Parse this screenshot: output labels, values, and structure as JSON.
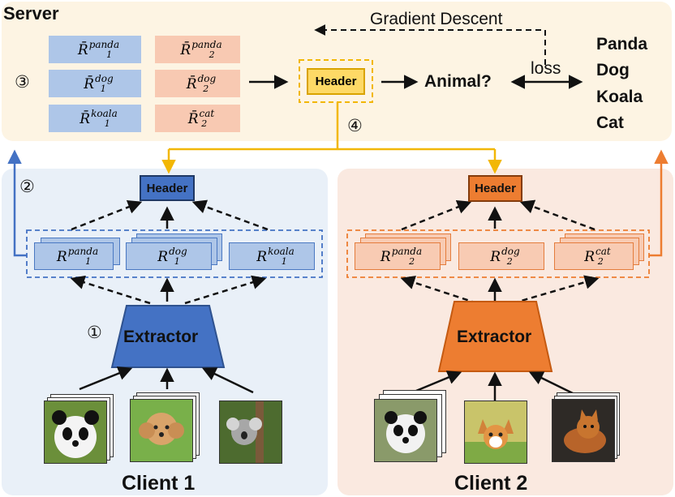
{
  "server": {
    "title": "Server",
    "step3": "③",
    "step4": "④",
    "header": "Header",
    "question": "Animal?",
    "gradient": "Gradient Descent",
    "loss": "loss",
    "labels": [
      "Panda",
      "Dog",
      "Koala",
      "Cat"
    ],
    "reps_client1": [
      {
        "symbol": "R̄",
        "sup": "panda",
        "sub": "1"
      },
      {
        "symbol": "R̄",
        "sup": "dog",
        "sub": "1"
      },
      {
        "symbol": "R̄",
        "sup": "koala",
        "sub": "1"
      }
    ],
    "reps_client2": [
      {
        "symbol": "R̄",
        "sup": "panda",
        "sub": "2"
      },
      {
        "symbol": "R̄",
        "sup": "dog",
        "sub": "2"
      },
      {
        "symbol": "R̄",
        "sup": "cat",
        "sub": "2"
      }
    ]
  },
  "client1": {
    "title": "Client 1",
    "step1": "①",
    "step2": "②",
    "header": "Header",
    "extractor": "Extractor",
    "reps": [
      {
        "symbol": "R",
        "sup": "panda",
        "sub": "1"
      },
      {
        "symbol": "R",
        "sup": "dog",
        "sub": "1"
      },
      {
        "symbol": "R",
        "sup": "koala",
        "sub": "1"
      }
    ],
    "images": [
      "panda-image",
      "dog-image",
      "koala-image"
    ]
  },
  "client2": {
    "title": "Client 2",
    "header": "Header",
    "extractor": "Extractor",
    "reps": [
      {
        "symbol": "R",
        "sup": "panda",
        "sub": "2"
      },
      {
        "symbol": "R",
        "sup": "dog",
        "sub": "2"
      },
      {
        "symbol": "R",
        "sup": "cat",
        "sub": "2"
      }
    ],
    "images": [
      "panda-image",
      "dog-image",
      "cat-image"
    ]
  },
  "colors": {
    "server_bg": "#fdf4e3",
    "client1_bg": "#e9f0f8",
    "client2_bg": "#fae9e0",
    "blue": "#4472c4",
    "orange": "#ed7d31",
    "gold": "#f2b705"
  }
}
